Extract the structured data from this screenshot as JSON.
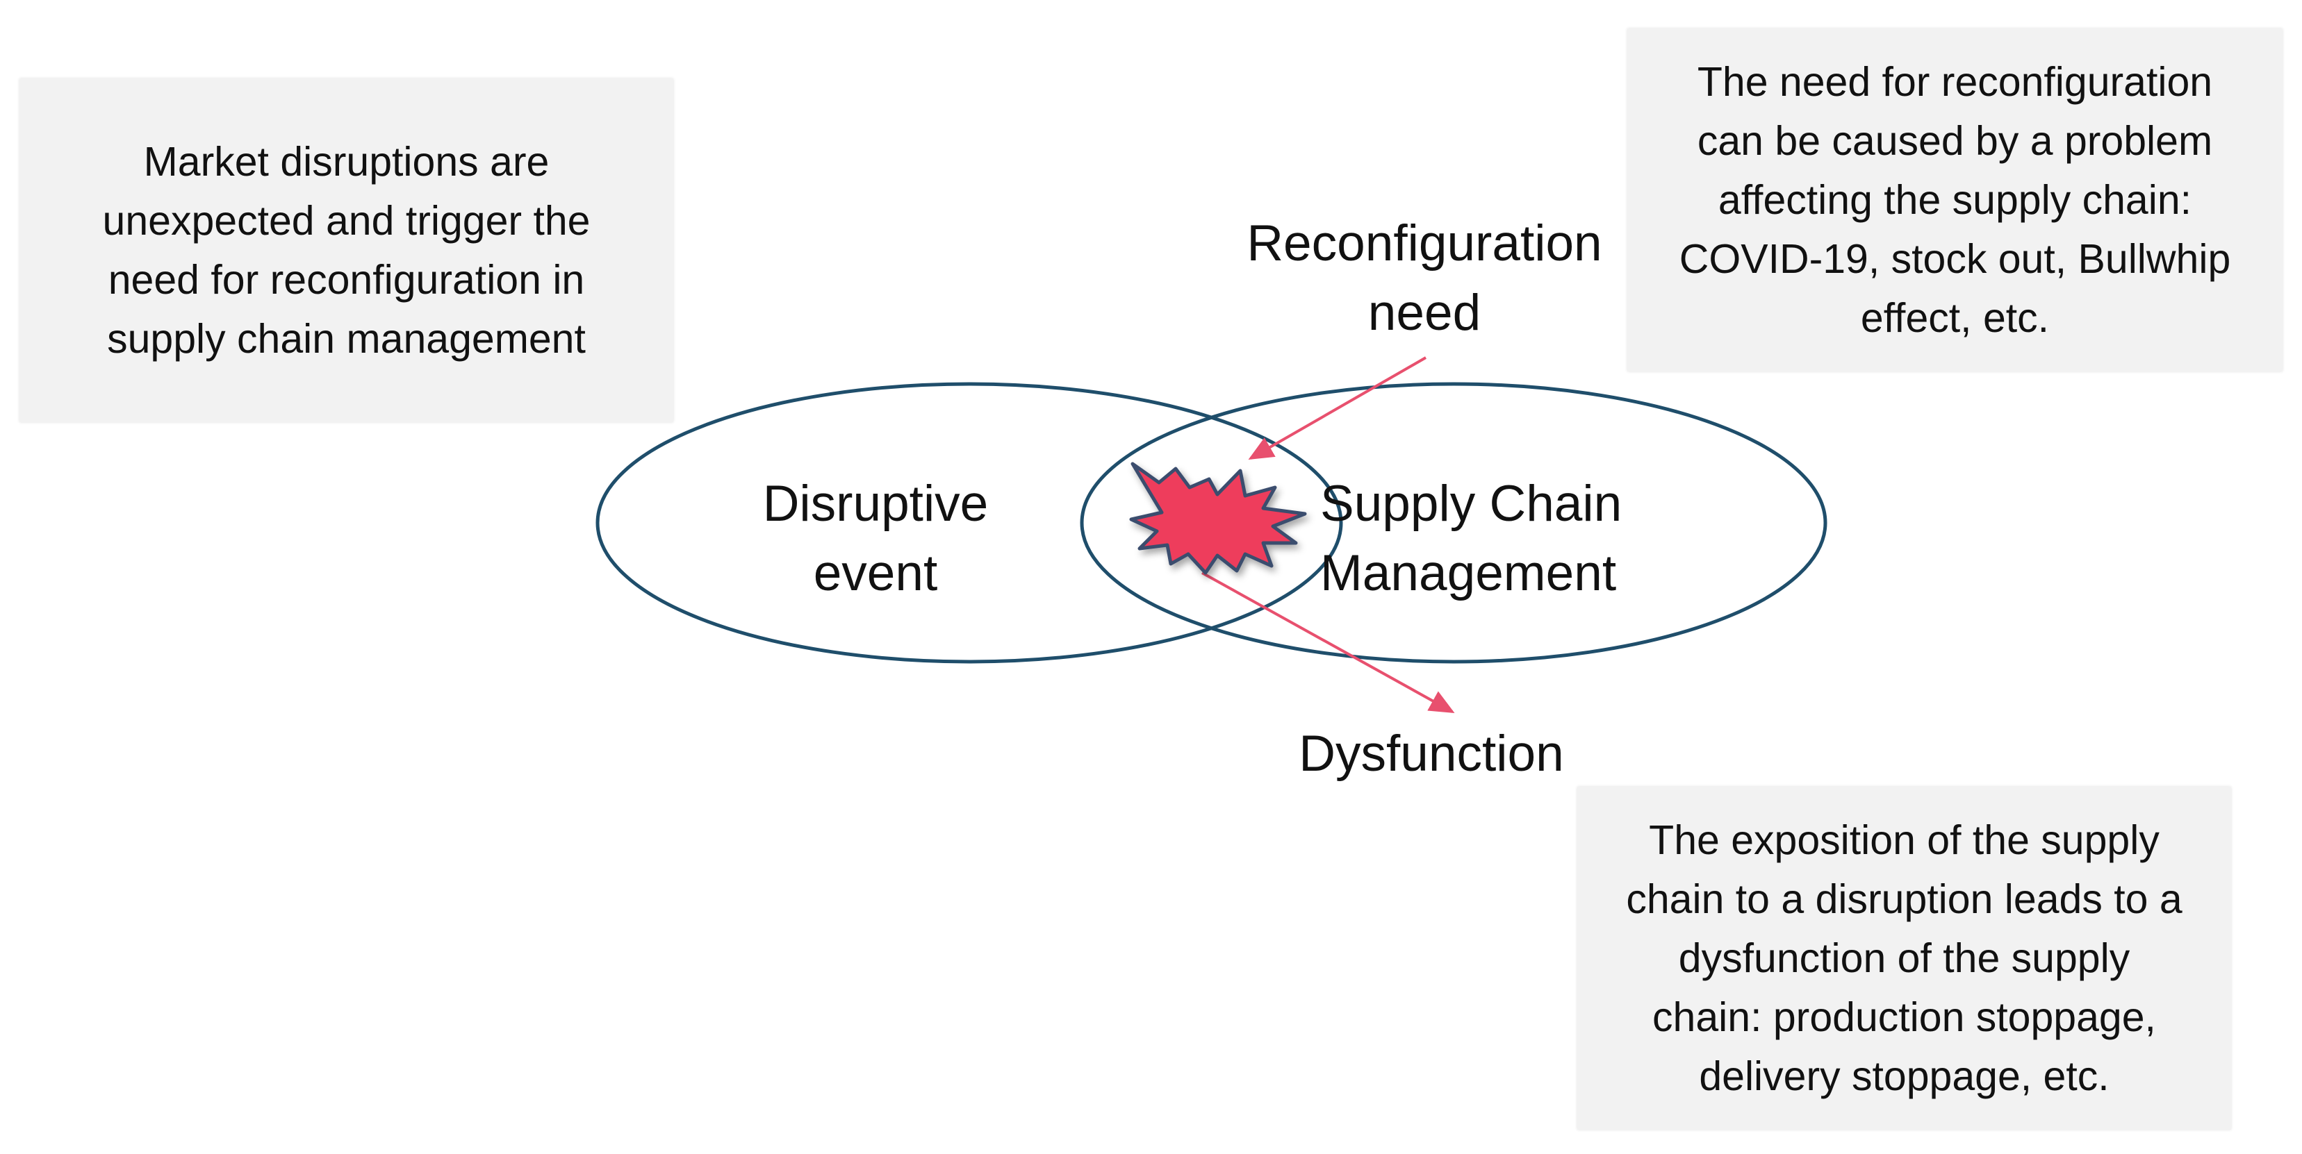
{
  "notes": {
    "market": "Market disruptions are\nunexpected and trigger the\nneed for reconfiguration in\nsupply chain management",
    "reconfiguration": "The need for reconfiguration\ncan be caused by a problem\naffecting the supply chain:\nCOVID-19, stock out, Bullwhip\neffect, etc.",
    "dysfunction": "The exposition of the supply\nchain to a disruption leads to a\ndysfunction of the supply\nchain: production stoppage,\ndelivery stoppage, etc."
  },
  "sets": {
    "left": "Disruptive\nevent",
    "right": "Supply Chain\nManagement"
  },
  "outcomes": {
    "top": "Reconfiguration\nneed",
    "bottom": "Dysfunction"
  },
  "colors": {
    "ellipse_stroke": "#1f4e6b",
    "arrow": "#e8506e",
    "burst_fill": "#ee3d5b",
    "burst_stroke": "#3b4e6e",
    "note_bg": "#f2f2f2"
  }
}
